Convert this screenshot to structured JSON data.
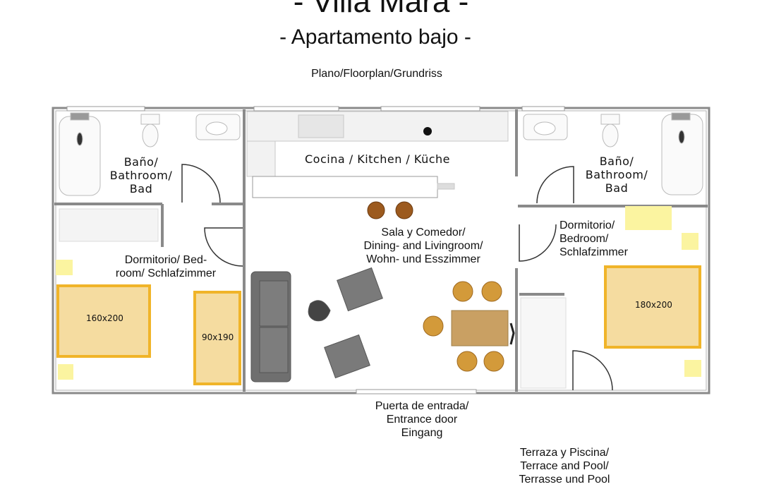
{
  "title": "- Villa Mara -",
  "subtitle": "- Apartamento bajo -",
  "plan_caption": "Plano/Floorplan/Grundriss",
  "rooms": {
    "bath_left": "Baño/\nBathroom/\nBad",
    "bath_right": "Baño/\nBathroom/\nBad",
    "kitchen": "Cocina / Kitchen / Küche",
    "living": "Sala y Comedor/\nDining- and Livingroom/\nWohn- und Esszimmer",
    "bedroom_left": "Dormitorio/ Bed-\nroom/ Schlafzimmer",
    "bedroom_right": "Dormitorio/\nBedroom/\nSchlafzimmer"
  },
  "beds": {
    "left_double": "160x200",
    "left_single": "90x190",
    "right_double": "180x200"
  },
  "entrance": "Puerta de entrada/\nEntrance door\nEingang",
  "terrace": "Terraza y Piscina/\nTerrace and Pool/\nTerrasse und Pool",
  "colors": {
    "wall": "#8a8a8a",
    "bed_fill": "#f5dca0",
    "bed_frame": "#f0b429",
    "nightstand": "#fbf4a0",
    "sofa": "#6f6f6f",
    "wood": "#a0652a",
    "table": "#c9a063"
  }
}
